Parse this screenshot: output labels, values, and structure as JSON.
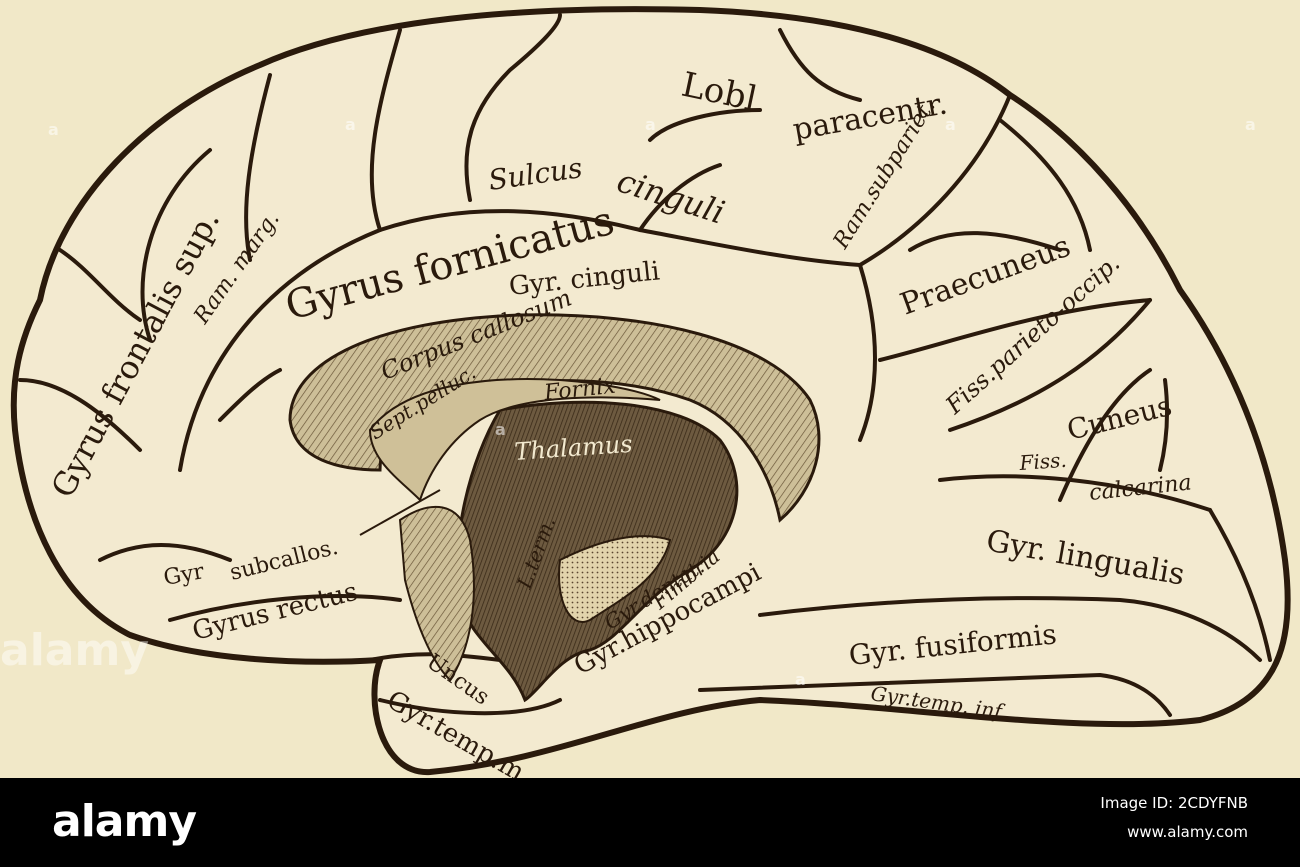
{
  "labels": {
    "lobl": "Lobl",
    "paracentr": "paracentr.",
    "sulcus": "Sulcus",
    "cinguli_sulc": "cinguli",
    "ram_subpariet": "Ram.subpariet.",
    "gyrus_frontalis_sup": "Gyrus frontalis sup.",
    "ram_marg": "Ram. marg.",
    "gyrus_fornicatus": "Gyrus fornicatus",
    "gyr_cinguli": "Gyr. cinguli",
    "praecuneus": "Praecuneus",
    "fiss_parieto_occip": "Fiss.parieto-occip.",
    "corpus_callosum": "Corpus callosum",
    "sept_pellue": "Sept.pelluc.",
    "fornix": "Fornix",
    "thalamus": "Thalamus",
    "cuneus": "Cuneus",
    "fiss": "Fiss.",
    "calcarina": "calcarina",
    "gyr_subcallos_a": "Gyr",
    "gyr_subcallos_b": "subcallos.",
    "gyrus_rectus": "Gyrus rectus",
    "l_term": "L.term.",
    "fimbria": "Fimbria",
    "gyr_dentat": "Gyr.dentat.",
    "gyr_hippocampi": "Gyr.hippocampi",
    "gyr_lingualis": "Gyr. lingualis",
    "gyr_fusiformis": "Gyr. fusiformis",
    "gyr_temp_inf": "Gyr.temp. inf.",
    "uncus": "Uncus",
    "gyr_temp_m": "Gyr.temp.m."
  },
  "watermark": {
    "mark": "alamy",
    "stock_ids": [
      "a",
      "a",
      "a",
      "a",
      "a",
      "a",
      "a"
    ]
  },
  "footer": {
    "logo": "alamy",
    "image_id": "Image ID: 2CDYFNB",
    "url": "www.alamy.com"
  },
  "colors": {
    "paper": "#f1e8c8",
    "ink": "#2a1a0c",
    "footer_bg": "#000000"
  }
}
